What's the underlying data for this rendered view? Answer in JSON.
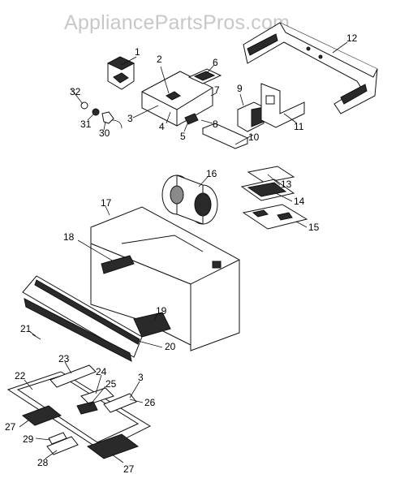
{
  "watermark": "AppliancePartsPros.com",
  "callouts": {
    "n1": "1",
    "n2": "2",
    "n3": "3",
    "n3b": "3",
    "n4": "4",
    "n5": "5",
    "n6": "6",
    "n7": "7",
    "n8": "8",
    "n9": "9",
    "n10": "10",
    "n11": "11",
    "n12": "12",
    "n13": "13",
    "n14": "14",
    "n15": "15",
    "n16": "16",
    "n17": "17",
    "n18": "18",
    "n19": "19",
    "n20": "20",
    "n21": "21",
    "n22": "22",
    "n23": "23",
    "n24": "24",
    "n25": "25",
    "n26": "26",
    "n27": "27",
    "n27b": "27",
    "n28": "28",
    "n29": "29",
    "n30": "30",
    "n31": "31",
    "n32": "32"
  }
}
